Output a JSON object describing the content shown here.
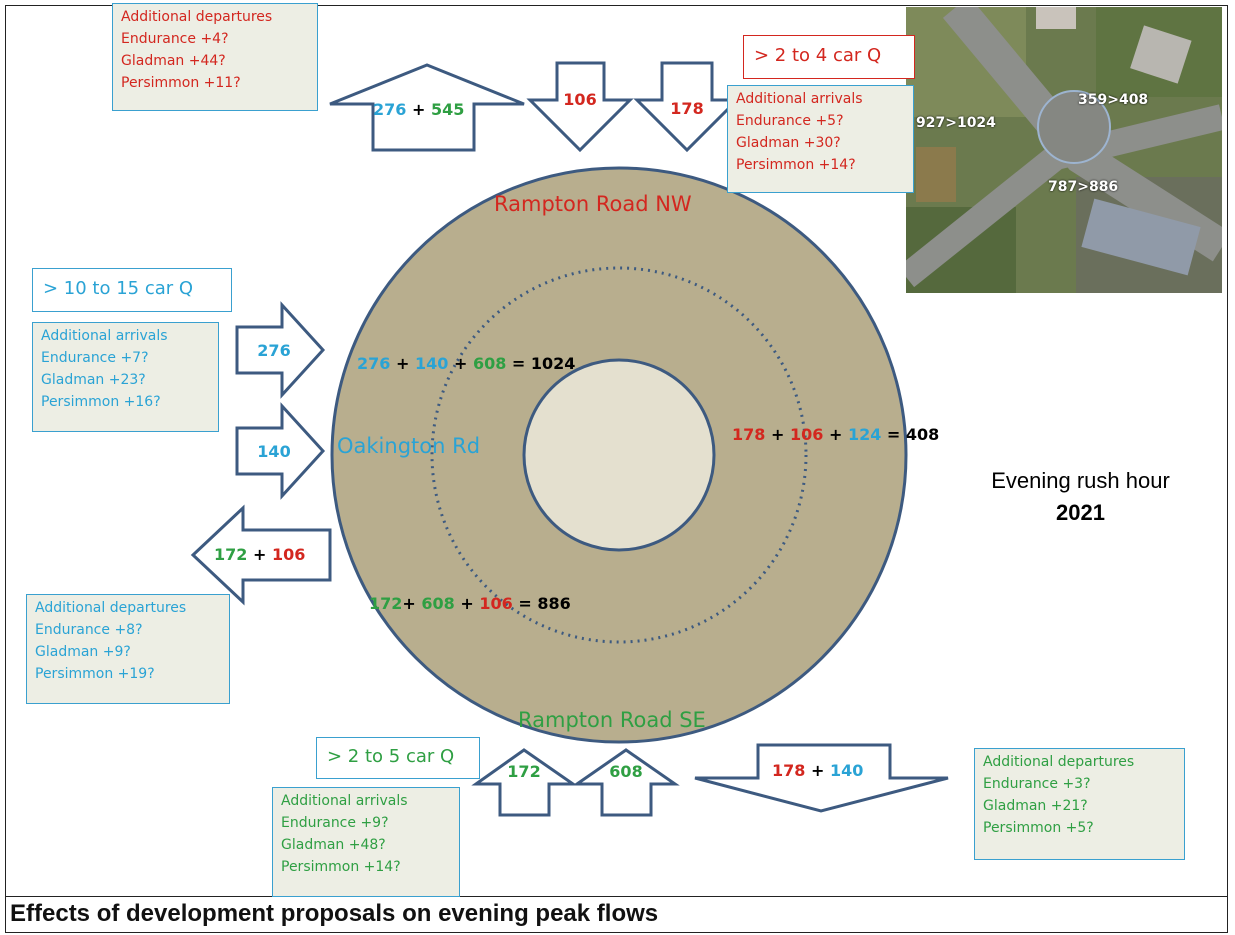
{
  "caption": "Effects of development proposals on evening peak flows",
  "title": {
    "line1": "Evening rush hour",
    "line2": "2021"
  },
  "roads": {
    "nw": "Rampton Road NW",
    "se": "Rampton Road SE",
    "oak": "Oakington Rd"
  },
  "queues": {
    "nw": "> 2 to 4 car Q",
    "oak": "> 10 to 15 car Q",
    "se": "> 2 to 5 car Q"
  },
  "boxes": {
    "nw_departures": {
      "title": "Additional departures",
      "lines": [
        "Endurance +4?",
        "Gladman +44?",
        "Persimmon +11?"
      ]
    },
    "nw_arrivals": {
      "title": "Additional arrivals",
      "lines": [
        "Endurance +5?",
        "Gladman +30?",
        "Persimmon +14?"
      ]
    },
    "oak_arrivals": {
      "title": "Additional arrivals",
      "lines": [
        "Endurance +7?",
        "Gladman +23?",
        "Persimmon +16?"
      ]
    },
    "oak_departures": {
      "title": "Additional departures",
      "lines": [
        "Endurance +8?",
        "Gladman +9?",
        "Persimmon +19?"
      ]
    },
    "se_arrivals": {
      "title": "Additional arrivals",
      "lines": [
        "Endurance +9?",
        "Gladman +48?",
        "Persimmon +14?"
      ]
    },
    "se_departures": {
      "title": "Additional departures",
      "lines": [
        "Endurance +3?",
        "Gladman +21?",
        "Persimmon +5?"
      ]
    }
  },
  "arrows": {
    "nw_out_a": "276",
    "nw_out_b": "545",
    "nw_in_1": "106",
    "nw_in_2": "178",
    "oak_in_1": "276",
    "oak_in_2": "140",
    "oak_out_a": "172",
    "oak_out_b": "106",
    "se_in_1": "172",
    "se_in_2": "608",
    "se_out_a": "178",
    "se_out_b": "140"
  },
  "sums": {
    "oak": {
      "a": "276",
      "b": "140",
      "c": "608",
      "total": "1024"
    },
    "nw": {
      "a": "178",
      "b": "106",
      "c": "124",
      "total": "408"
    },
    "se": {
      "a": "172",
      "b": "608",
      "c": "106",
      "total": "886"
    }
  },
  "photo_labels": {
    "a": "927>1024",
    "b": "359>408",
    "c": "787>886"
  },
  "colors": {
    "red": "#d3271f",
    "blue": "#2aa3d5",
    "green": "#2f9f43",
    "ring": "#b8ae8e",
    "outline": "#3d5a80"
  }
}
